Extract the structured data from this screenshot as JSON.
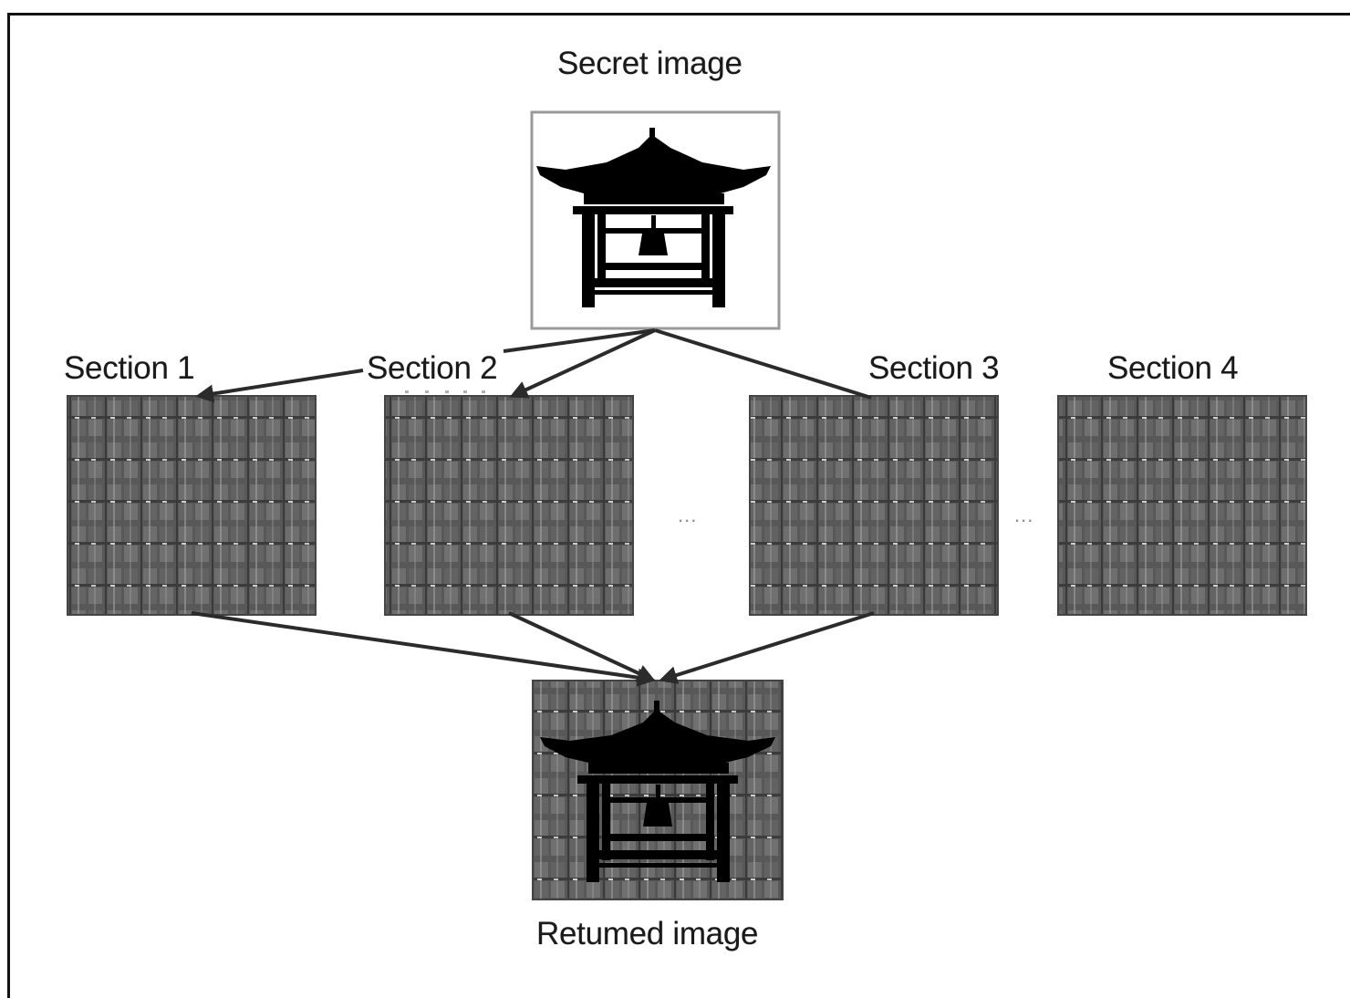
{
  "figure": {
    "secret_image_title": "Secret image",
    "returned_image_title": "Retumed image",
    "sections": [
      {
        "label": "Section 1"
      },
      {
        "label": "Section 2"
      },
      {
        "label": "Section 3"
      },
      {
        "label": "Section 4"
      }
    ],
    "ellipsis": "...",
    "colors": {
      "arrow": "#2b2b2b",
      "share_fill": "#5a5a5a",
      "grid_light": "#9a9a9a",
      "silhouette": "#000000",
      "frame": "#111111"
    }
  }
}
